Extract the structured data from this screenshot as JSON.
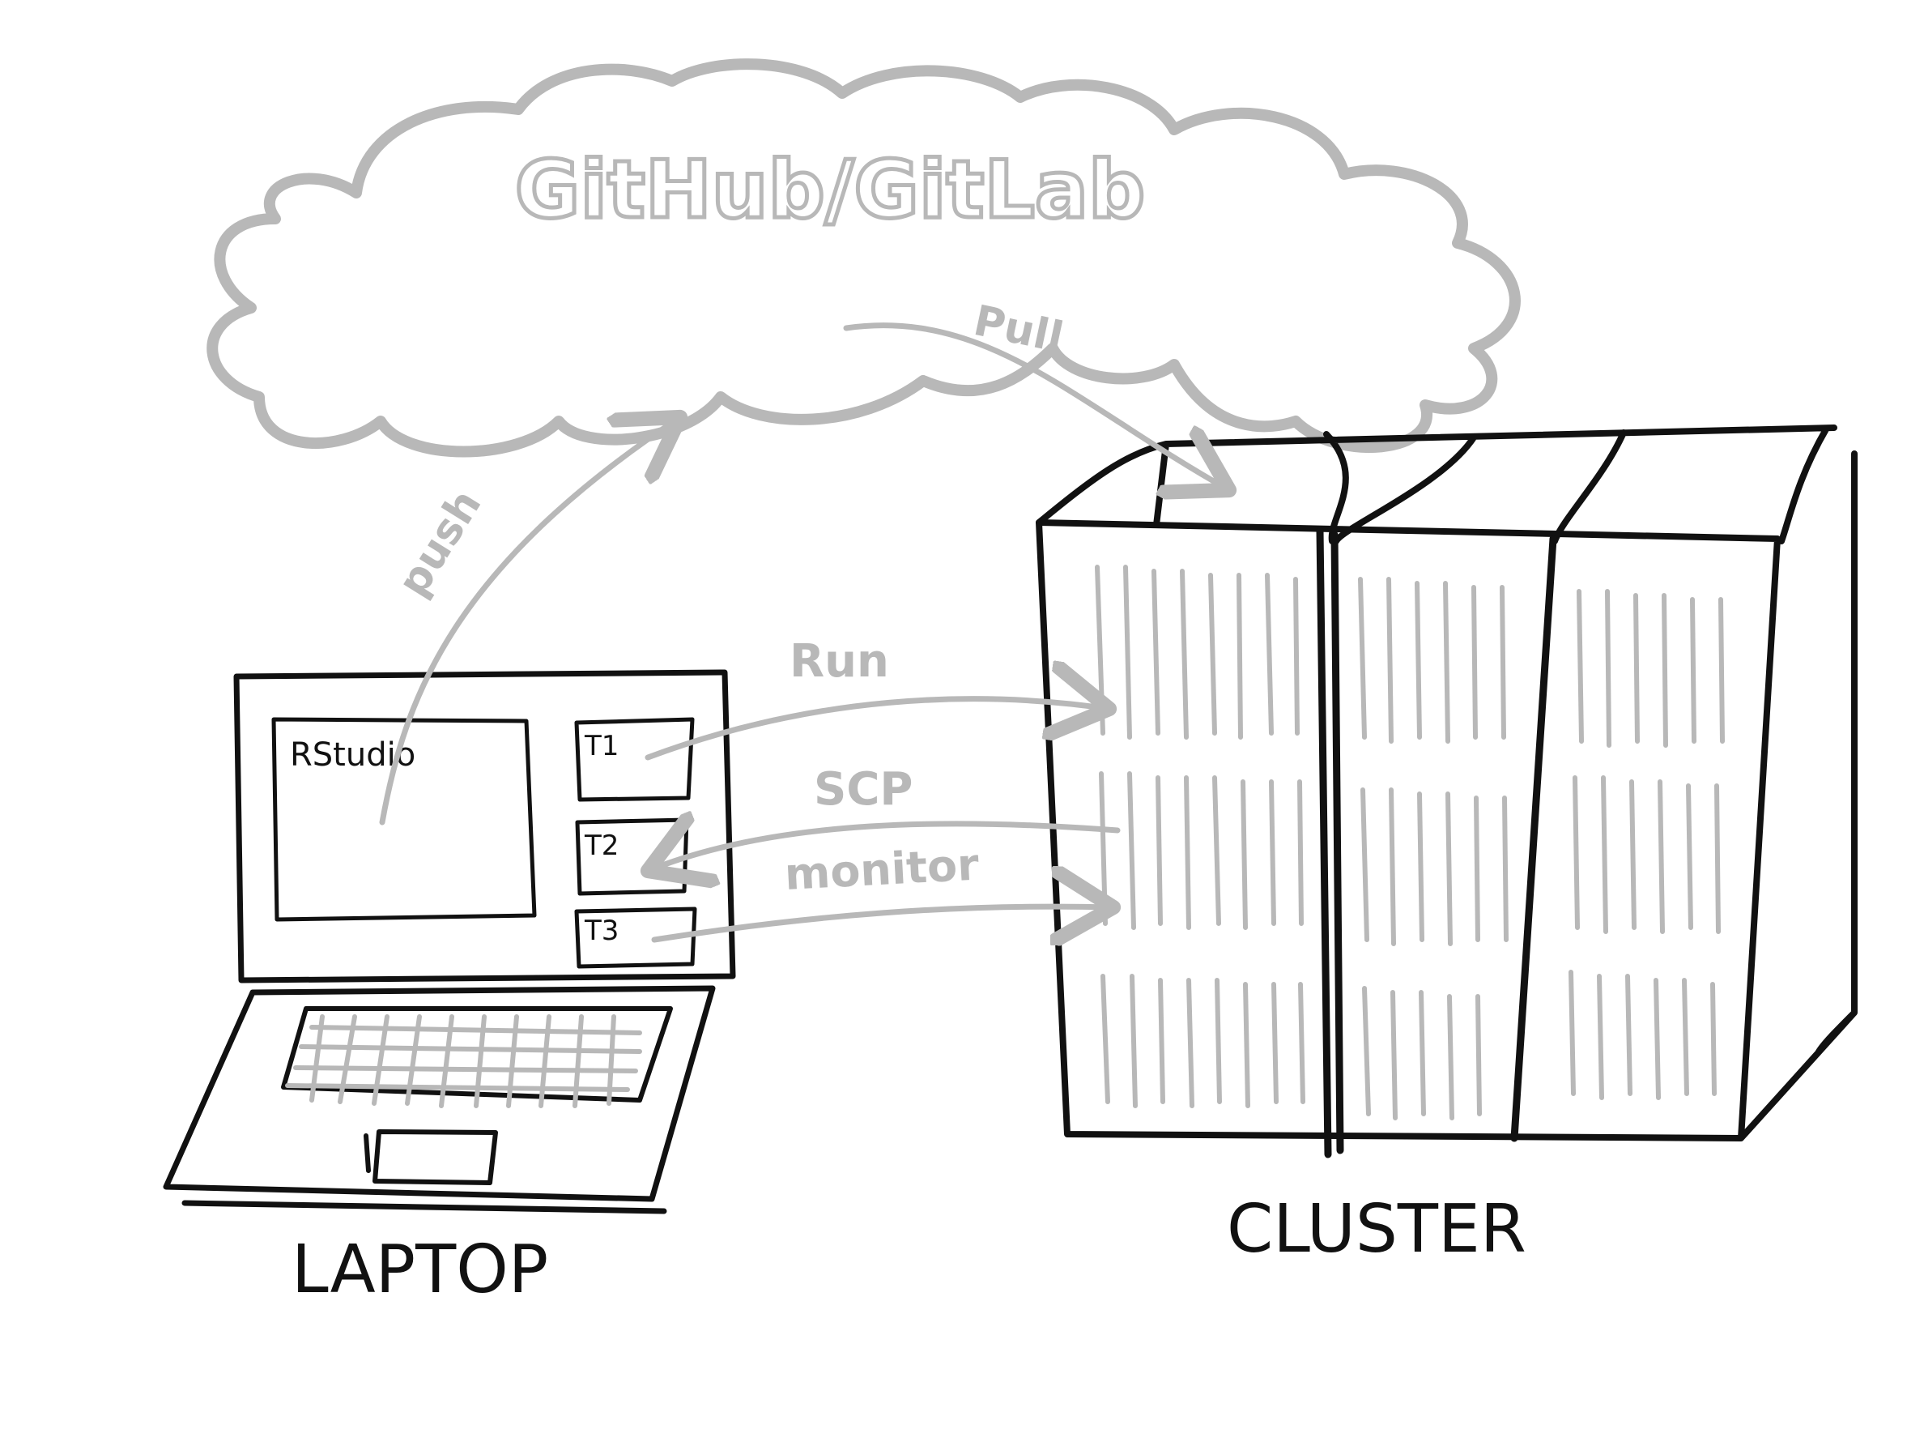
{
  "cloud": {
    "label": "GitHub/GitLab"
  },
  "laptop": {
    "label": "LAPTOP",
    "editor_label": "RStudio",
    "terminals": [
      "T1",
      "T2",
      "T3"
    ]
  },
  "cluster": {
    "label": "CLUSTER"
  },
  "arrows": {
    "push": "push",
    "pull": "Pull",
    "run": "Run",
    "scp": "SCP",
    "monitor": "monitor"
  },
  "colors": {
    "ink": "#111111",
    "pencil": "#b8b8b8"
  }
}
